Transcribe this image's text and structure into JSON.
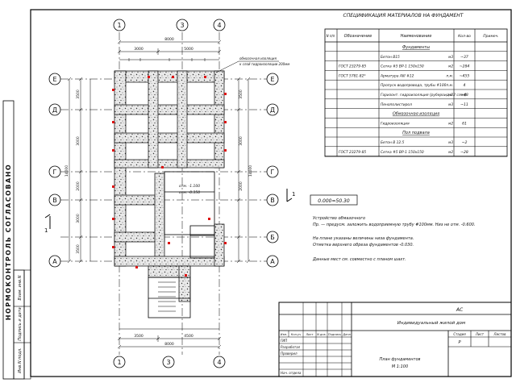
{
  "axes": {
    "numeric": [
      "1",
      "3",
      "4"
    ],
    "letters": [
      "Е",
      "Д",
      "Г",
      "В",
      "Б",
      "А"
    ]
  },
  "dims": {
    "top_overall": "8000",
    "top_left": "3000",
    "top_right": "5000",
    "bottom_overall": "8000",
    "bottom_left": "3500",
    "bottom_right": "4500",
    "left_overall": "14000",
    "left_steps": [
      "3500",
      "3000",
      "2000",
      "3000",
      "3500"
    ]
  },
  "plan_notes": {
    "callout": [
      "обмазочная изоляция",
      "к слой гидроизоляции 200мм"
    ],
    "level1": "отм. -1.100",
    "level2": "отм. -0.350"
  },
  "section_mark": "1",
  "spec": {
    "title": "СПЕЦИФИКАЦИЯ МАТЕРИАЛОВ НА ФУНДАМЕНТ",
    "headers": [
      "N п/п",
      "Обозначение",
      "Наименование",
      "Кол-во",
      "Примеч."
    ],
    "rows": [
      {
        "kind": "section",
        "name": "Фундаменты"
      },
      {
        "kind": "row",
        "code": "",
        "name": "Бетон В15",
        "unit": "м3",
        "qty": "~37"
      },
      {
        "kind": "row",
        "code": "ГОСТ 23279-85",
        "name": "Сетка #5 ВР-1 150х150",
        "unit": "м2",
        "qty": "~284"
      },
      {
        "kind": "row",
        "code": "ГОСТ 5781-82*",
        "name": "Арматура АIII #12",
        "unit": "п.м.",
        "qty": "~455"
      },
      {
        "kind": "row",
        "code": "",
        "name": "Пропуск водопровода, трубы #100",
        "unit": "п.м.",
        "qty": "4"
      },
      {
        "kind": "row",
        "code": "",
        "name": "Горизонт. гидроизоляция (рубероид в 2 слоя)",
        "unit": "м2",
        "qty": "~48"
      },
      {
        "kind": "row",
        "code": "",
        "name": "Пенополистирол",
        "unit": "м3",
        "qty": "~11"
      },
      {
        "kind": "section",
        "name": "Обмазочная изоляция"
      },
      {
        "kind": "row",
        "code": "",
        "name": "Гидроизоляция",
        "unit": "м2",
        "qty": "61"
      },
      {
        "kind": "section",
        "name": "Пол подвала"
      },
      {
        "kind": "row",
        "code": "",
        "name": "Бетон В 12.5",
        "unit": "м3",
        "qty": "~2"
      },
      {
        "kind": "row",
        "code": "ГОСТ 23279-85",
        "name": "Сетка #5 ВР-1 150х150",
        "unit": "м2",
        "qty": "~28"
      }
    ]
  },
  "notes": {
    "zero": "0.000=50.30",
    "lines": [
      "Устройство обмазочного",
      "Пр. — предусм. заложить водоприемную трубу #100мм. Низ не отм. -0.600.",
      "На плане указаны величины низа фундамента.",
      "Отметка верхнего обреза фундаментов -0.030.",
      "Данные мест см. совместно с планом шахт."
    ]
  },
  "side_stamp": "НОРМОКОНТРОЛЬ СОГЛАСОВАНО",
  "side_cells": [
    "Взам. инв.N",
    "Подпись и дата",
    "Инв.N подл."
  ],
  "title_block": {
    "code": "АС",
    "project": "Индивидуальный жилой дом",
    "cols": [
      "Изм.",
      "Кол.уч",
      "Лист",
      "N док.",
      "Подпись",
      "Дата"
    ],
    "roles": [
      "ГИП",
      "Разработал",
      "Проверил",
      "",
      "Нач. отдела"
    ],
    "stage_label": "Стадия",
    "sheet_label": "Лист",
    "sheets_label": "Листов",
    "stage": "Р",
    "drawing": [
      "План фундаментов",
      "М 1:100"
    ]
  }
}
